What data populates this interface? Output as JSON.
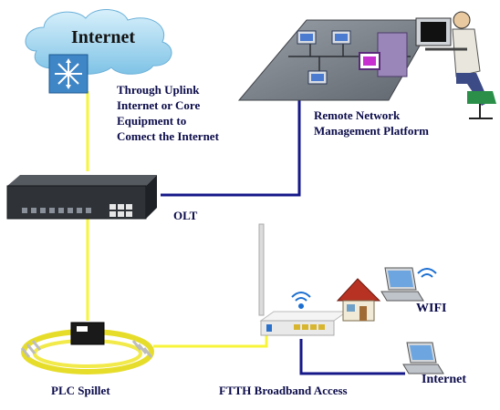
{
  "cloud": {
    "label": "Internet"
  },
  "uplink": {
    "lines": [
      "Through Uplink",
      "Internet or Core",
      "Equipment to",
      "Comect the Internet"
    ]
  },
  "remote": {
    "lines": [
      "Remote Network",
      "Management Platform"
    ]
  },
  "olt": {
    "label": "OLT"
  },
  "plc": {
    "label": "PLC Spillet"
  },
  "ftth": {
    "label": "FTTH Broadband Access"
  },
  "wifi": {
    "label": "WIFI"
  },
  "lan": {
    "label": "Internet"
  },
  "colors": {
    "fiber": "#f7f43a",
    "lan": "#16188a",
    "text": "#0b0b4a",
    "cloud": "#9fd3ee"
  }
}
